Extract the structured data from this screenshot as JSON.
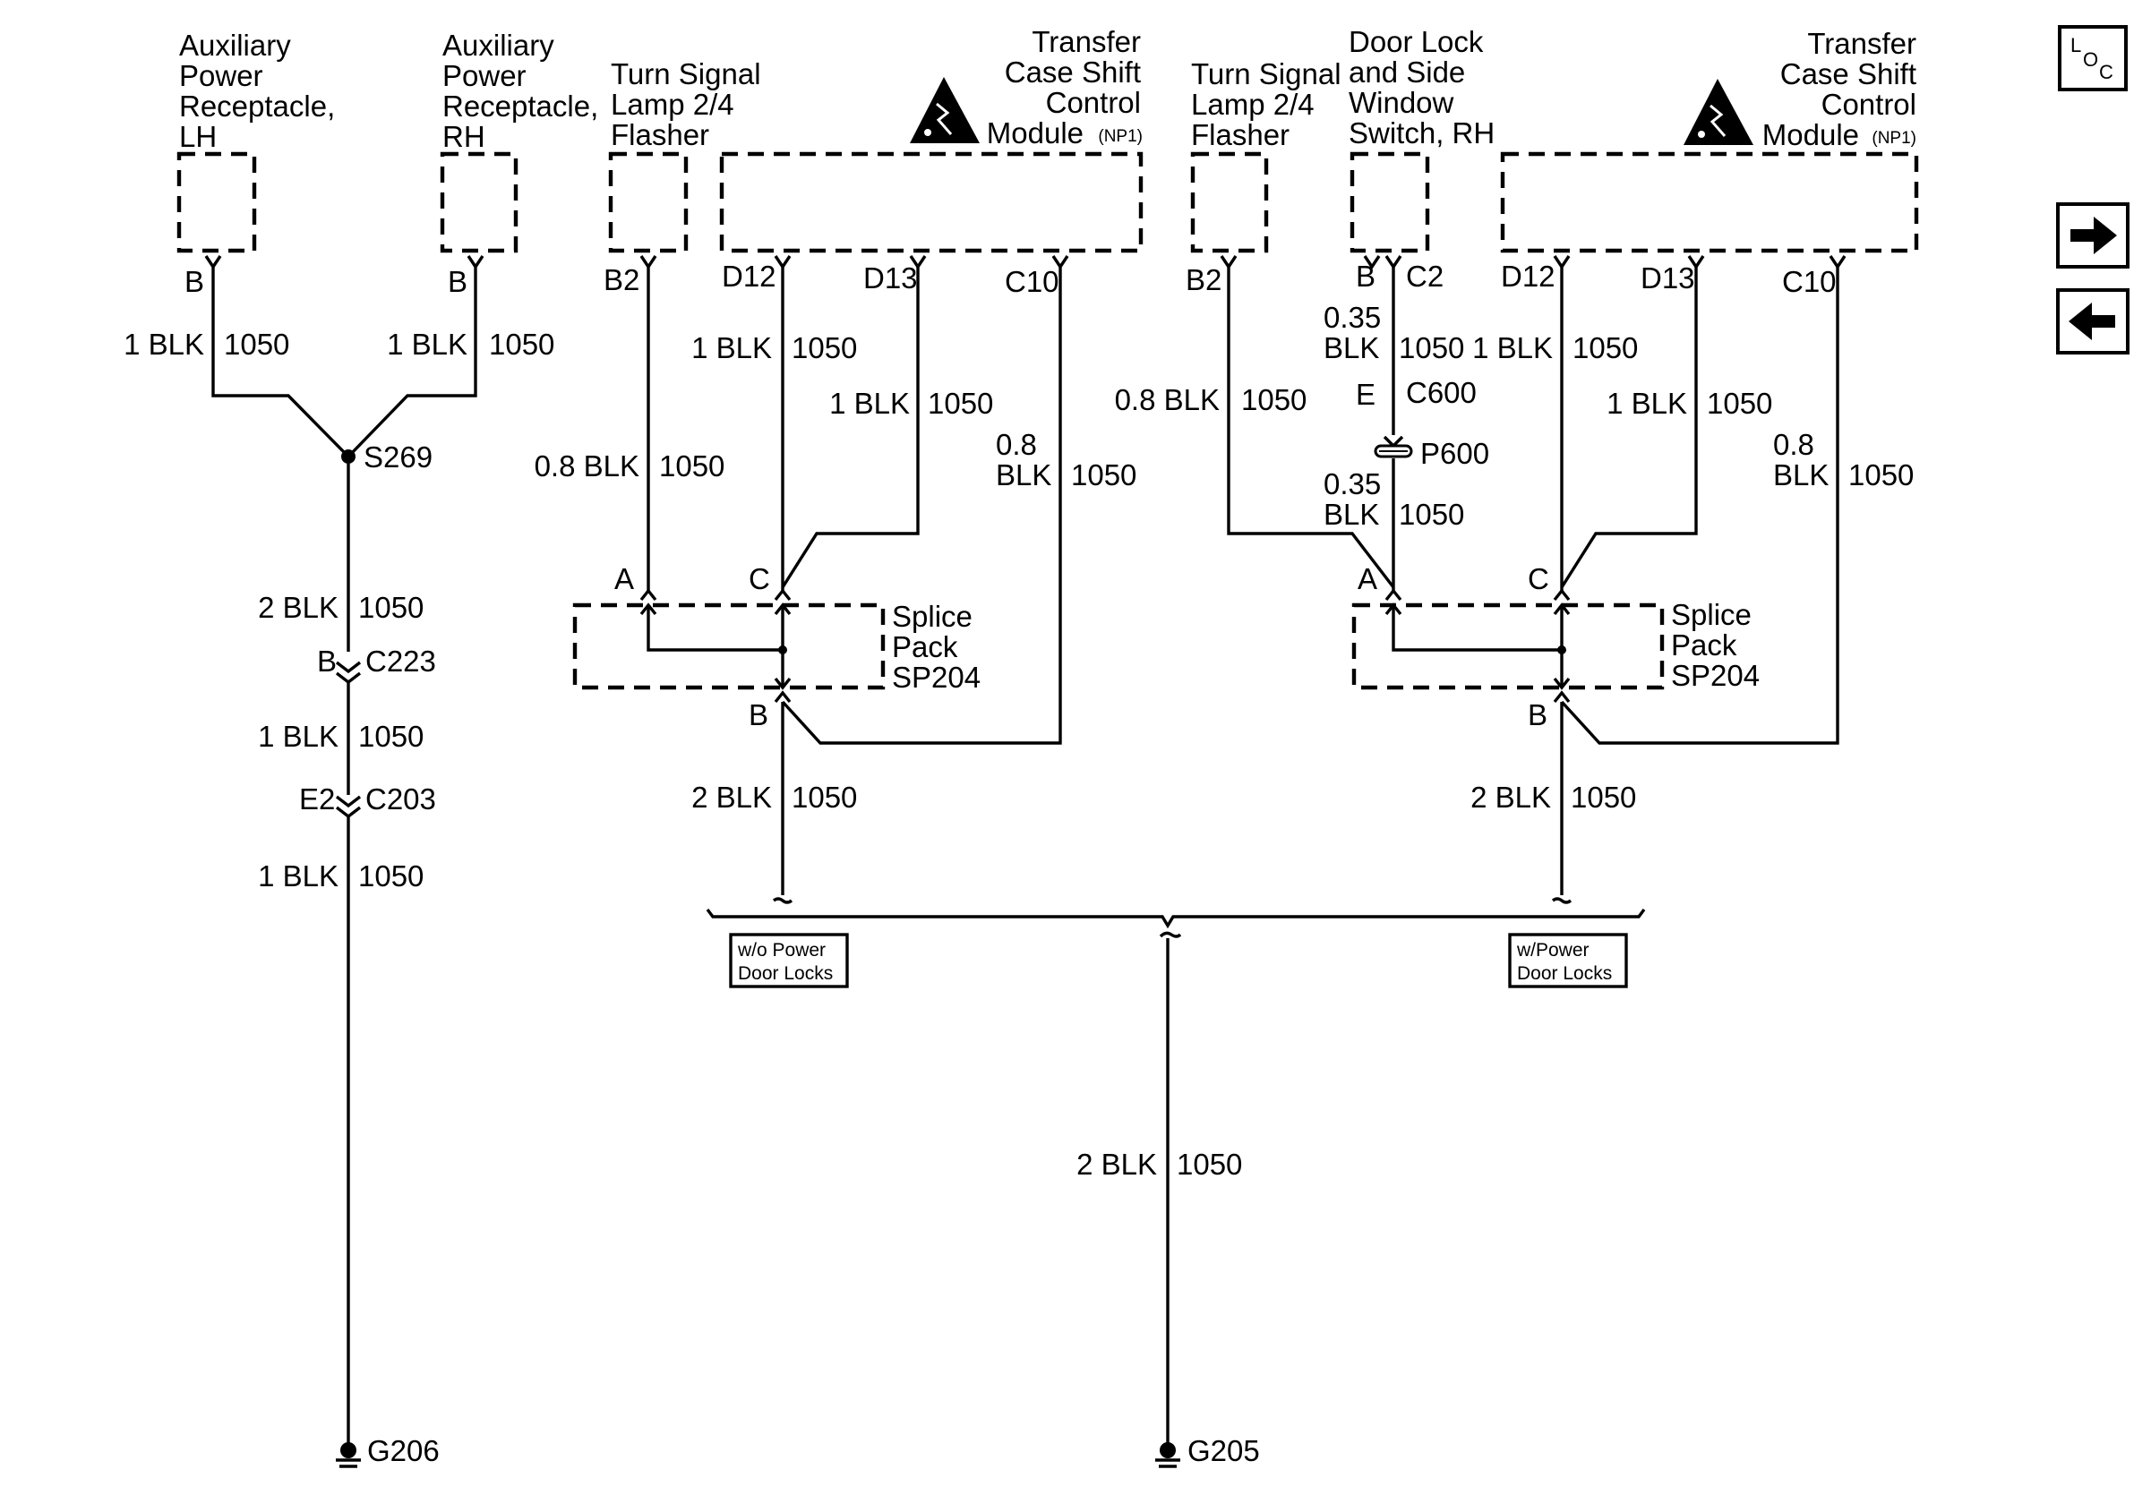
{
  "components": {
    "aux_lh": [
      "Auxiliary",
      "Power",
      "Receptacle,",
      "LH"
    ],
    "aux_rh": [
      "Auxiliary",
      "Power",
      "Receptacle,",
      "RH"
    ],
    "flasher_left": [
      "Turn Signal",
      "Lamp 2/4",
      "Flasher"
    ],
    "tcscm_left": [
      "Transfer",
      "Case Shift",
      "Control",
      "Module"
    ],
    "flasher_right": [
      "Turn Signal",
      "Lamp 2/4",
      "Flasher"
    ],
    "door_lock_switch": [
      "Door Lock",
      "and Side",
      "Window",
      "Switch, RH"
    ],
    "tcscm_right": [
      "Transfer",
      "Case Shift",
      "Control",
      "Module"
    ],
    "np1_tag": "(NP1)",
    "splice_pack": [
      "Splice",
      "Pack",
      "SP204"
    ]
  },
  "pins": {
    "b": "B",
    "b2": "B2",
    "d12": "D12",
    "d13": "D13",
    "c10": "C10",
    "c2": "C2",
    "a": "A",
    "c": "C",
    "e": "E",
    "e2": "E2"
  },
  "wires": {
    "blk_1": "1 BLK",
    "blk_2": "2 BLK",
    "blk_08": "0.8 BLK",
    "blk_08_top": "0.8",
    "blk_035_top": "0.35",
    "blk": "BLK",
    "circuit": "1050"
  },
  "connectors": {
    "s269": "S269",
    "c223": "C223",
    "c203": "C203",
    "c600": "C600",
    "p600": "P600",
    "g206": "G206",
    "g205": "G205"
  },
  "options": {
    "wo_power": [
      "w/o Power",
      "Door Locks"
    ],
    "w_power": [
      "w/Power",
      "Door Locks"
    ]
  },
  "nav": {
    "loc_l": "L",
    "loc_o": "O",
    "loc_c": "C",
    "next_icon": "arrow-right-icon",
    "prev_icon": "arrow-left-icon"
  }
}
